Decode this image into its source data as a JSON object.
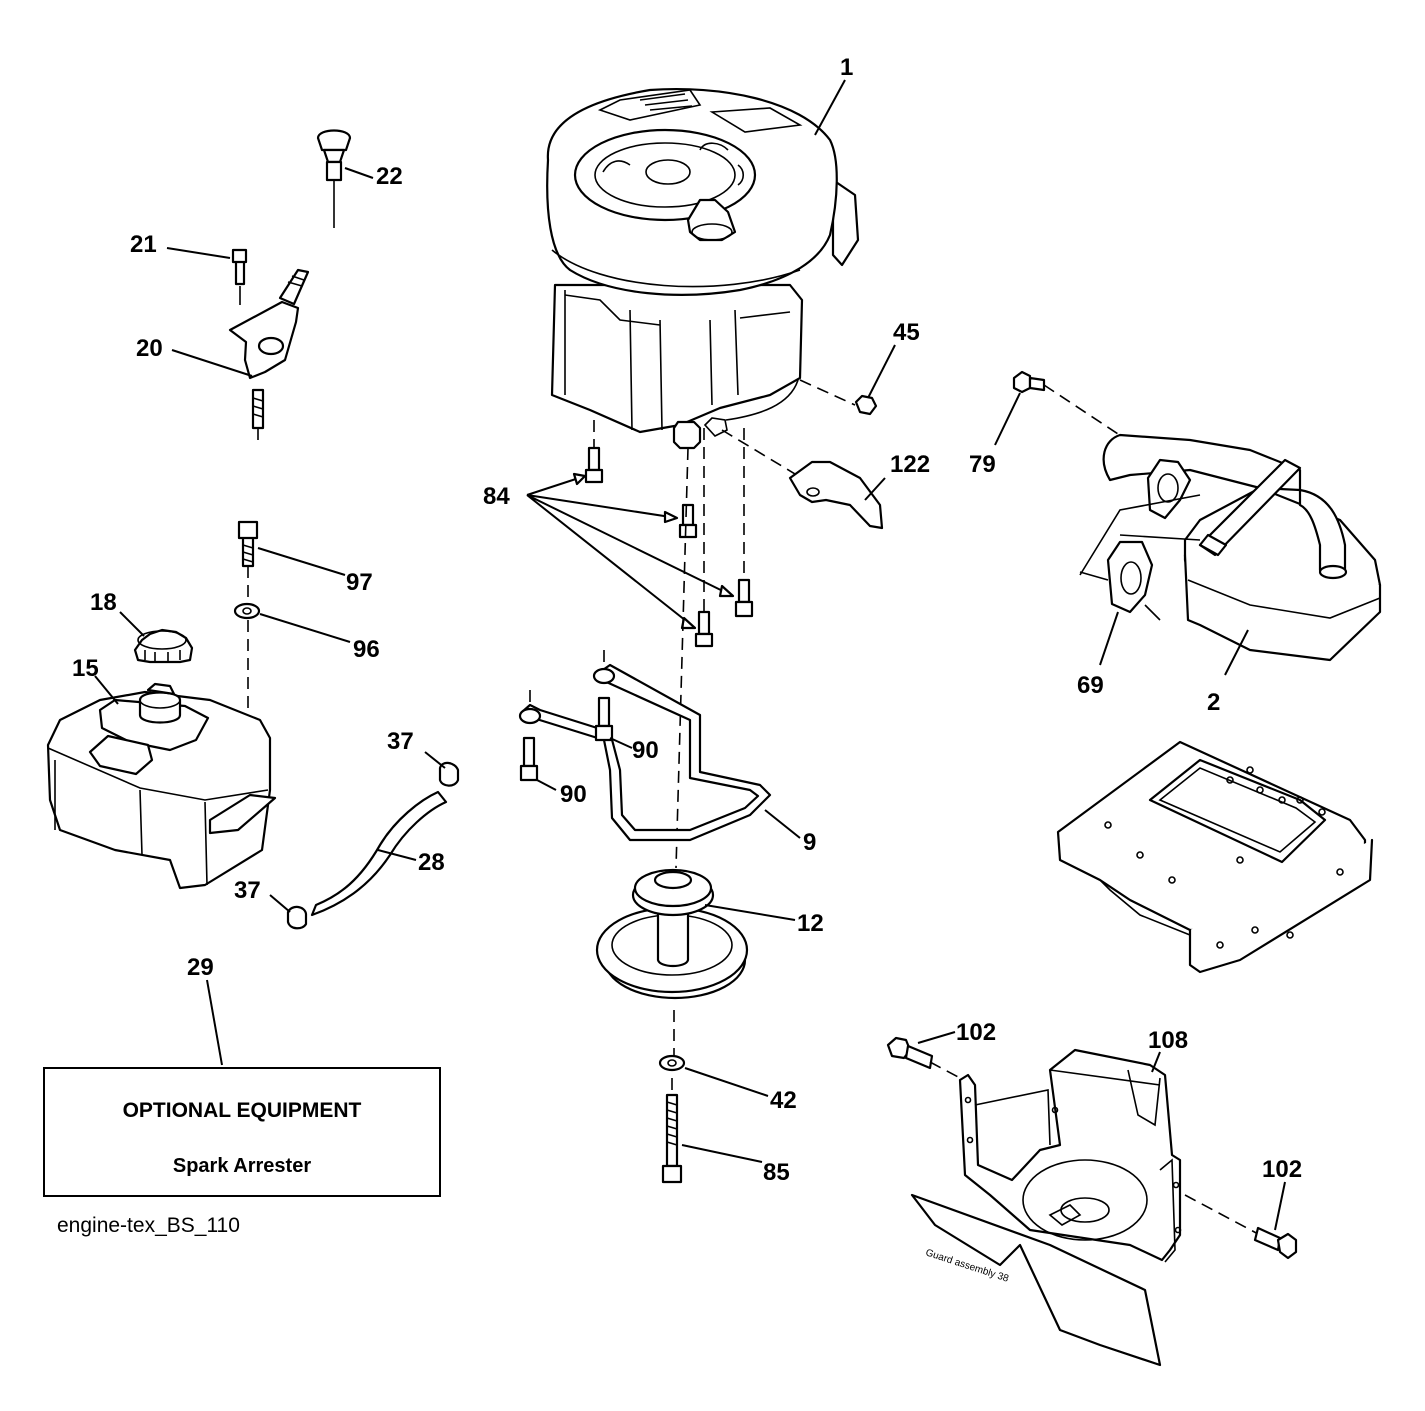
{
  "callouts": {
    "c1": "1",
    "c2": "2",
    "c9": "9",
    "c12": "12",
    "c15": "15",
    "c18": "18",
    "c20": "20",
    "c21": "21",
    "c22": "22",
    "c28": "28",
    "c29": "29",
    "c37a": "37",
    "c37b": "37",
    "c42": "42",
    "c45": "45",
    "c69": "69",
    "c79": "79",
    "c84": "84",
    "c85": "85",
    "c90a": "90",
    "c90b": "90",
    "c96": "96",
    "c97": "97",
    "c102a": "102",
    "c102b": "102",
    "c108": "108",
    "c122": "122"
  },
  "optional_box": {
    "title": "OPTIONAL EQUIPMENT",
    "subtitle": "Spark Arrester"
  },
  "file_code": "engine-tex_BS_110",
  "guard_label": "Guard assembly 38"
}
